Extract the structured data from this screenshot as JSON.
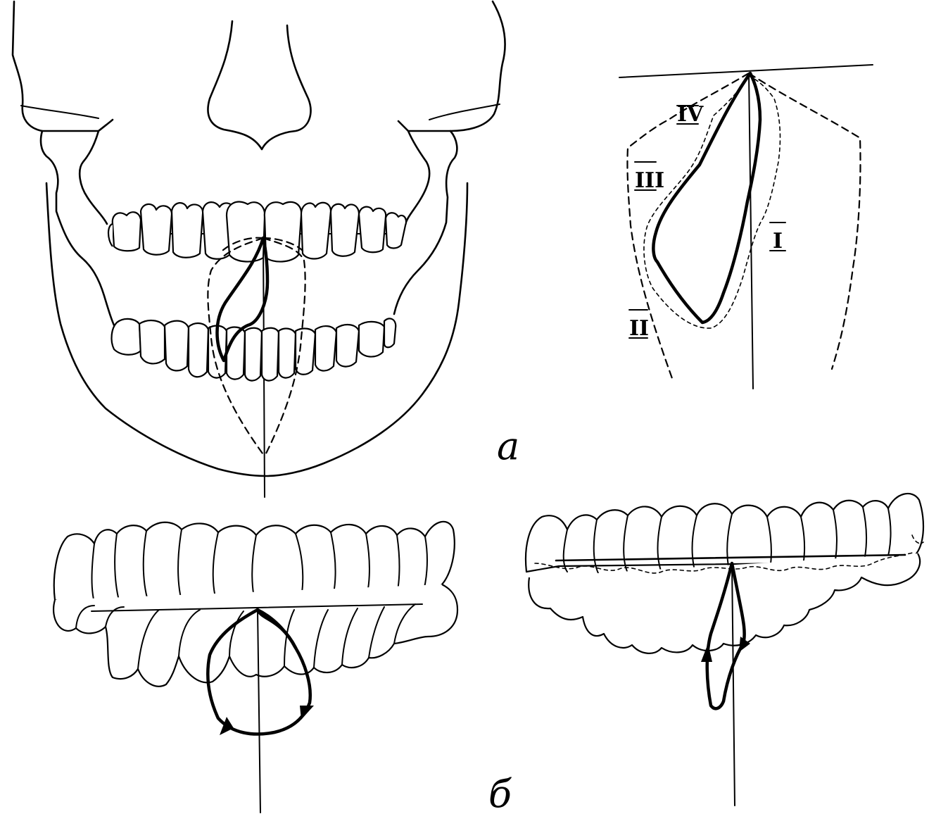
{
  "panel_labels": {
    "a": "а",
    "b": "б"
  },
  "trajectory_labels": {
    "r1": "I",
    "r2": "II",
    "r3": "III",
    "r4": "IV"
  }
}
